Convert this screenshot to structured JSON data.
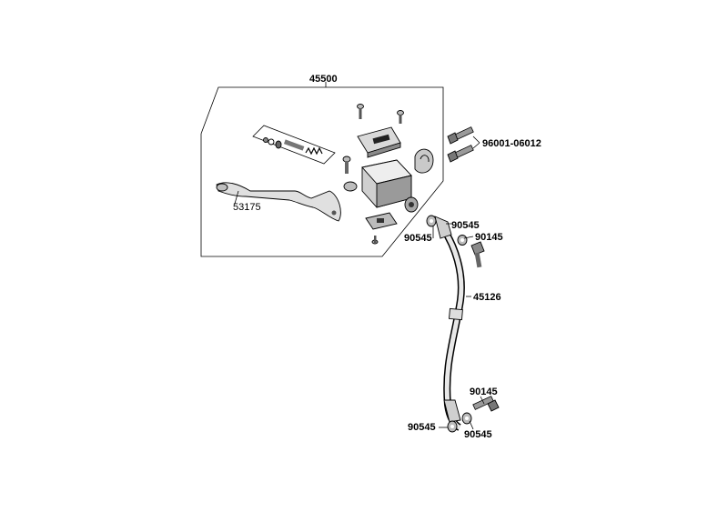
{
  "labels": {
    "assembly": "45500",
    "bolt_upper": "96001-06012",
    "lever": "53175",
    "washer_upper_left": "90545",
    "washer_upper_right": "90545",
    "banjo_bolt_upper": "90145",
    "hose": "45126",
    "banjo_bolt_lower": "90145",
    "washer_lower_left": "90545",
    "washer_lower_right": "90545"
  }
}
